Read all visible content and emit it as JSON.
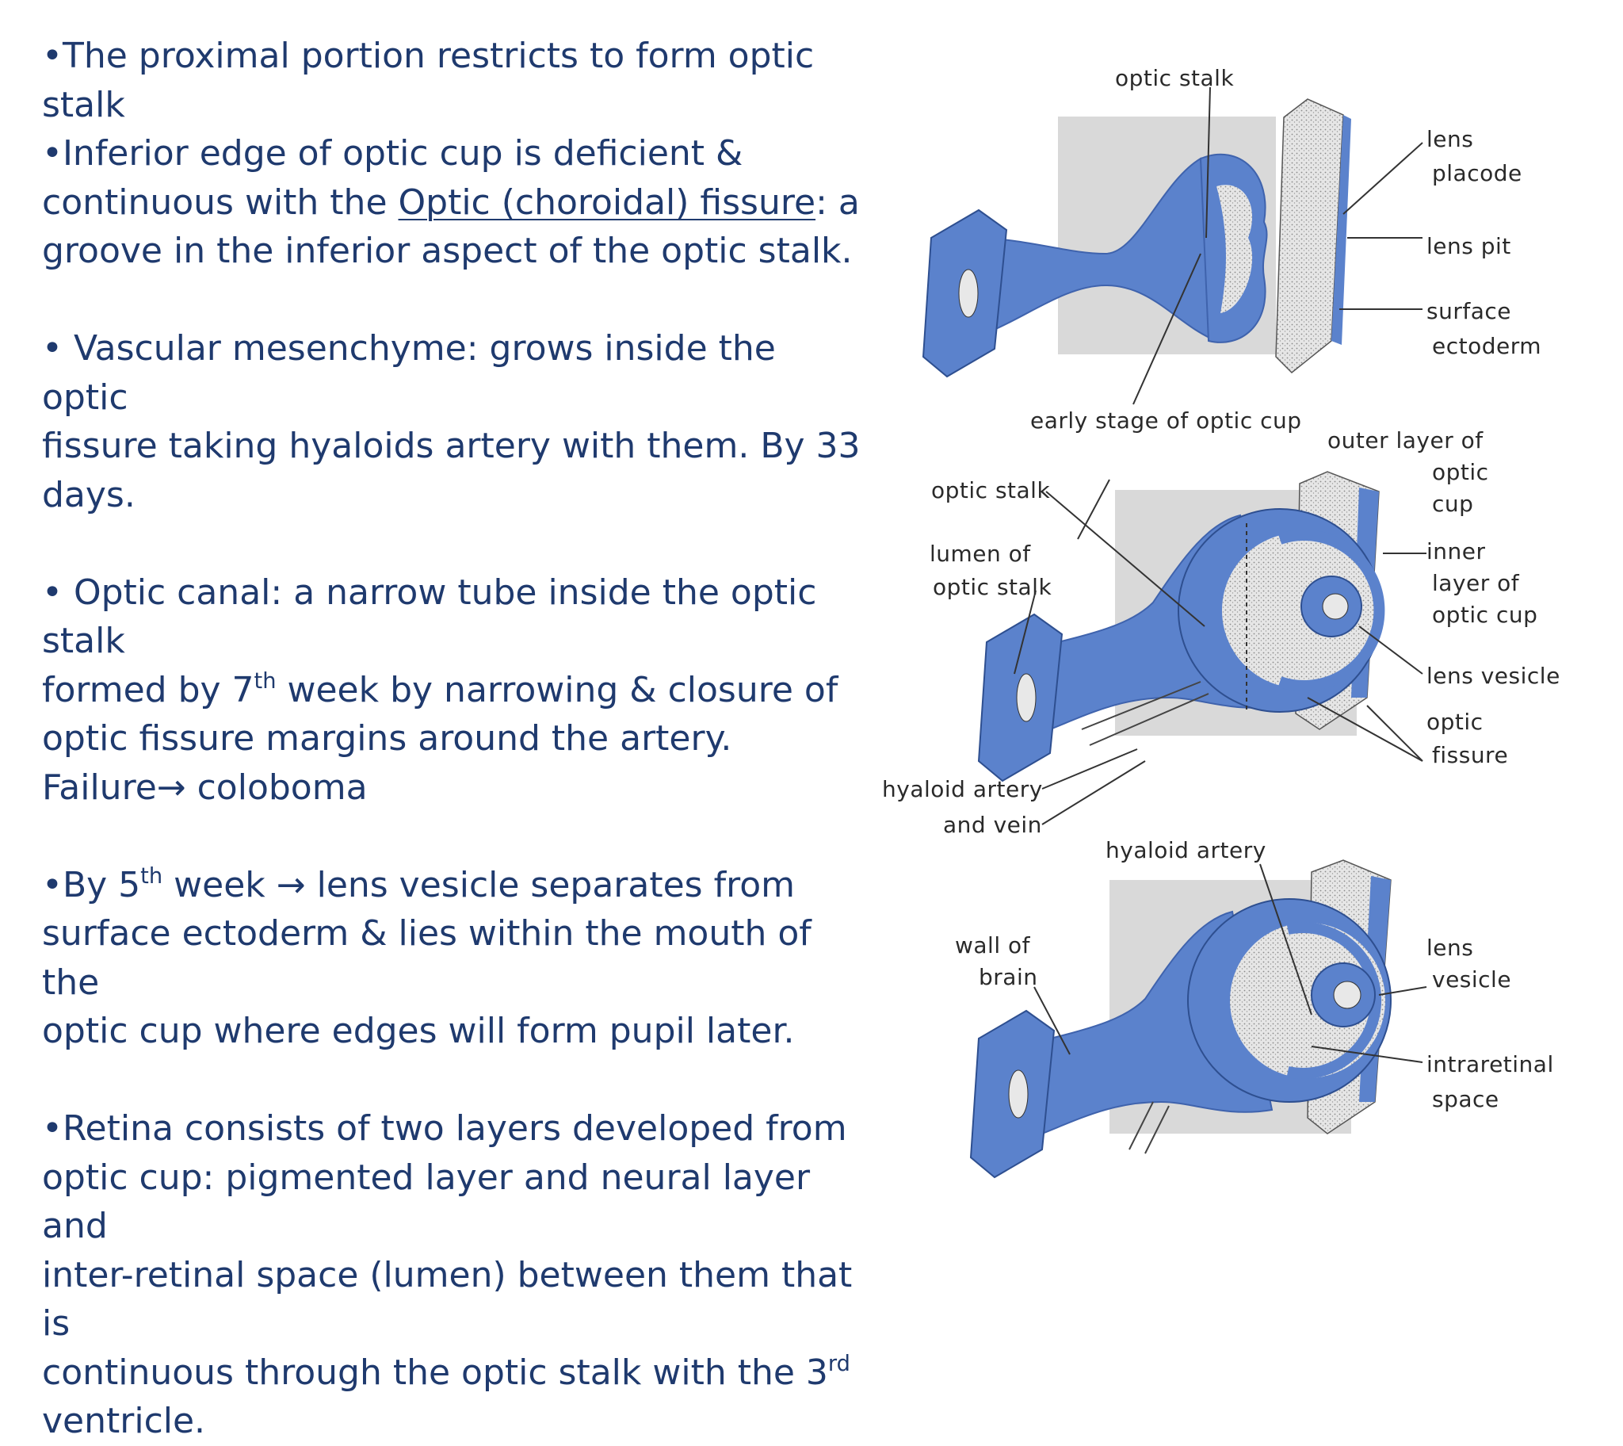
{
  "bullets": {
    "b1": "•The proximal portion restricts to form optic stalk",
    "b2_pre": "•Inferior edge of optic cup is deficient &",
    "b2_mid": "continuous with the ",
    "b2_link": "Optic (choroidal) fissure",
    "b2_post": ": a",
    "b2_end": "groove in the inferior aspect of the optic stalk.",
    "b3_l1": "• Vascular mesenchyme: grows inside the optic",
    "b3_l2": "fissure taking hyaloids artery with them. By 33",
    "b3_l3": "days.",
    "b4_l1": "• Optic canal: a narrow tube inside the optic stalk",
    "b4_l2a": "formed by 7",
    "b4_l2sup": "th",
    "b4_l2b": " week by narrowing & closure of",
    "b4_l3": "optic fissure margins around the artery.",
    "b4_l4": "Failure→ coloboma",
    "b5_l1a": "•By 5",
    "b5_l1sup": "th",
    "b5_l1b": " week → lens vesicle separates from",
    "b5_l2": "surface ectoderm & lies within the mouth of the",
    "b5_l3": "optic cup where edges will form pupil later.",
    "b6_l1": "•Retina consists of two layers developed from",
    "b6_l2": "optic cup: pigmented layer and neural layer and",
    "b6_l3": "inter-retinal space (lumen) between them that is",
    "b6_l4a": "continuous through the optic stalk with the 3",
    "b6_l4sup": "rd",
    "b6_l5": "ventricle."
  },
  "figure": {
    "top": {
      "optic_stalk": "optic stalk",
      "lens": "lens",
      "placode": "placode",
      "lens_pit": "lens pit",
      "surface": "surface",
      "ectoderm": "ectoderm",
      "caption": "early stage of optic cup"
    },
    "middle": {
      "optic_stalk": "optic stalk",
      "lumen_of": "lumen of",
      "optic_stalk2": "optic stalk",
      "outer_layer_of": "outer layer of",
      "optic": "optic",
      "cup": "cup",
      "inner": "inner",
      "layer_of": "layer of",
      "optic_cup": "optic cup",
      "lens_vesicle": "lens vesicle",
      "optic2": "optic",
      "fissure": "fissure",
      "hyaloid_artery": "hyaloid artery",
      "and_vein": "and vein"
    },
    "bottom": {
      "hyaloid_artery": "hyaloid artery",
      "wall_of": "wall of",
      "brain": "brain",
      "lens": "lens",
      "vesicle": "vesicle",
      "intraretinal": "intraretinal",
      "space": "space"
    }
  },
  "colors": {
    "text": "#1f3a6e",
    "tissue_blue": "#5b82cc",
    "tissue_dark": "#3f63ad",
    "backdrop": "#d9d9d9"
  }
}
